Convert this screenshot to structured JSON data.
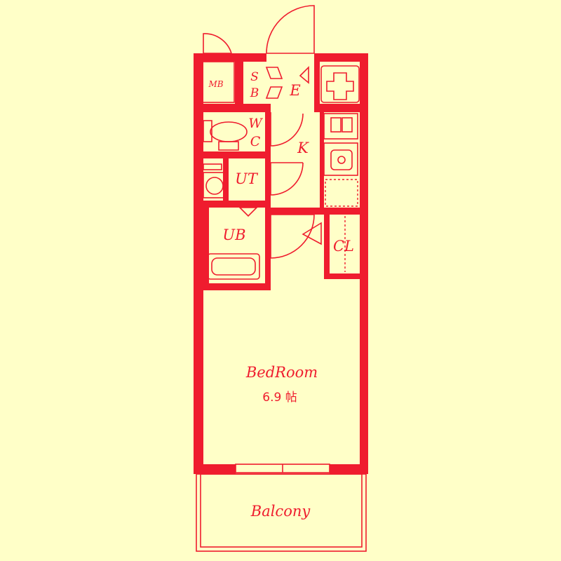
{
  "colors": {
    "background": "#ffffc8",
    "line": "#ef1c2e"
  },
  "rooms": {
    "mb": "MB",
    "sb_top": "S",
    "sb_bottom": "B",
    "entrance": "E",
    "wc_top": "W",
    "wc_bottom": "C",
    "kitchen": "K",
    "utility": "UT",
    "bath": "UB",
    "closet": "CL",
    "bedroom": "BedRoom",
    "bedroom_size": "6.9 帖",
    "balcony": "Balcony"
  }
}
